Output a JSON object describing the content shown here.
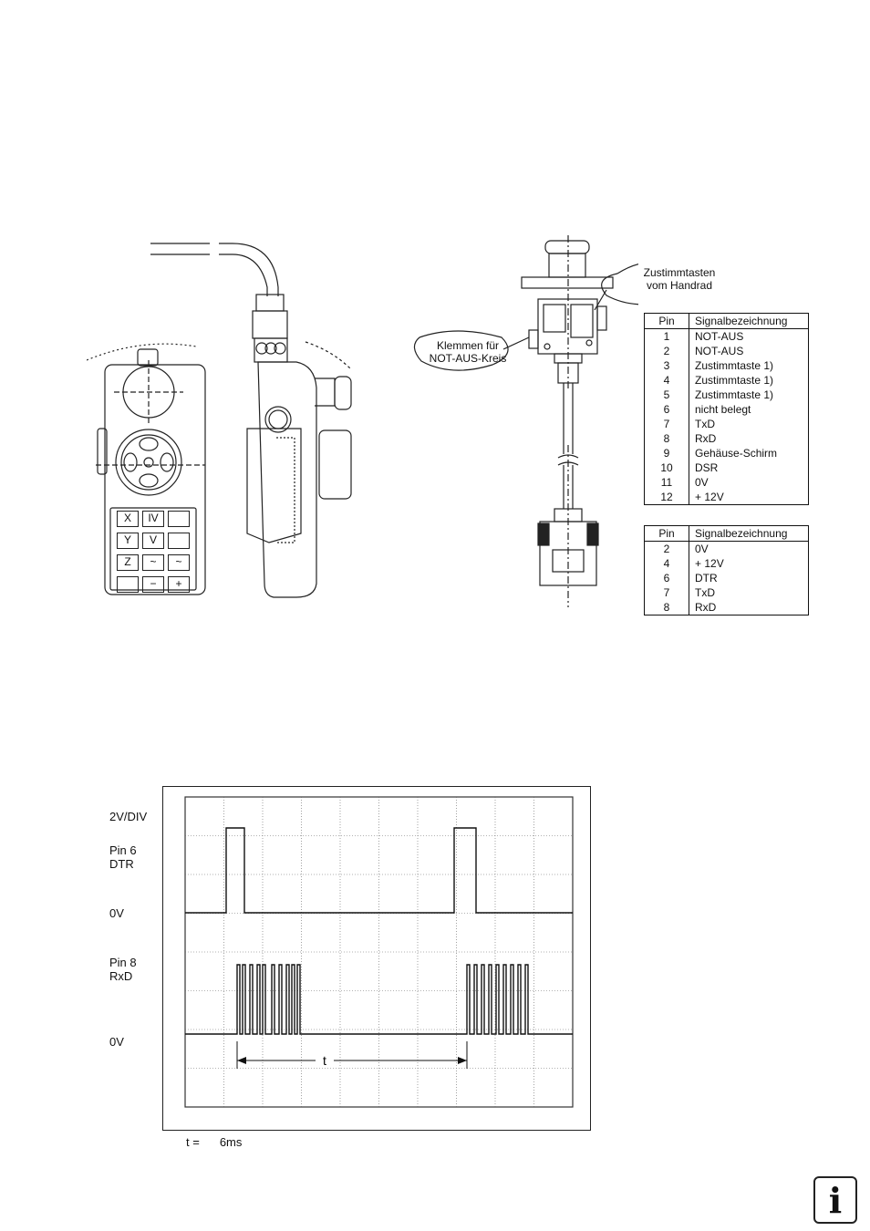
{
  "callouts": {
    "zustimm": [
      "Zustimmtasten",
      "vom Handrad"
    ],
    "klemmen": [
      "Klemmen für",
      "NOT-AUS-Kreis"
    ]
  },
  "keypad": {
    "keys": [
      "X",
      "IV",
      "",
      "Y",
      "V",
      "",
      "Z",
      "~",
      "~",
      "",
      "−",
      "+"
    ]
  },
  "table1": {
    "headers": [
      "Pin",
      "Signalbezeichnung"
    ],
    "rows": [
      {
        "pin": "1",
        "sig": "NOT-AUS"
      },
      {
        "pin": "2",
        "sig": "NOT-AUS"
      },
      {
        "pin": "3",
        "sig": "Zustimmtaste 1)"
      },
      {
        "pin": "4",
        "sig": "Zustimmtaste 1)"
      },
      {
        "pin": "5",
        "sig": "Zustimmtaste 1)"
      },
      {
        "pin": "6",
        "sig": "nicht belegt"
      },
      {
        "pin": "7",
        "sig": "TxD"
      },
      {
        "pin": "8",
        "sig": "RxD"
      },
      {
        "pin": "9",
        "sig": "Gehäuse-Schirm"
      },
      {
        "pin": "10",
        "sig": "DSR"
      },
      {
        "pin": "11",
        "sig": "0V"
      },
      {
        "pin": "12",
        "sig": "+ 12V"
      }
    ]
  },
  "table2": {
    "headers": [
      "Pin",
      "Signalbezeichnung"
    ],
    "rows": [
      {
        "pin": "2",
        "sig": "0V"
      },
      {
        "pin": "4",
        "sig": "+ 12V"
      },
      {
        "pin": "6",
        "sig": "DTR"
      },
      {
        "pin": "7",
        "sig": "TxD"
      },
      {
        "pin": "8",
        "sig": "RxD"
      }
    ]
  },
  "scope": {
    "scale": "2V/DIV",
    "ch1": [
      "Pin 6",
      "DTR"
    ],
    "ch1_zero": "0V",
    "ch2": [
      "Pin 8",
      "RxD"
    ],
    "ch2_zero": "0V",
    "t_marker": "t",
    "caption_lhs": "t =",
    "caption_rhs": "6ms"
  },
  "info_icon": "i"
}
